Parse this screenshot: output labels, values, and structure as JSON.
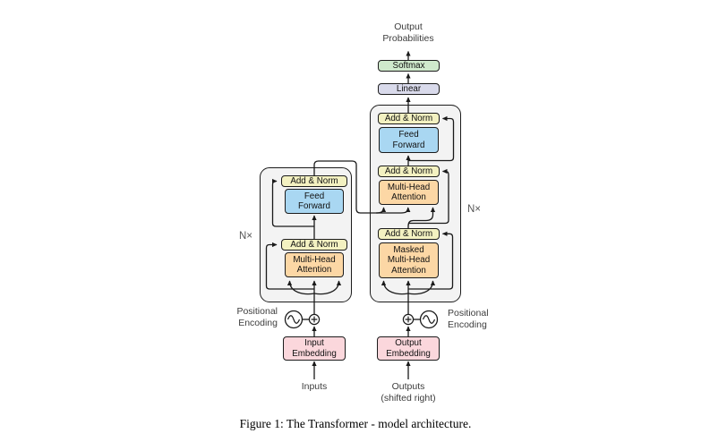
{
  "figure": {
    "caption": "Figure 1: The Transformer - model architecture."
  },
  "top": {
    "output_probabilities": "Output\nProbabilities",
    "softmax": "Softmax",
    "linear": "Linear"
  },
  "decoder": {
    "add_norm": "Add & Norm",
    "feed_forward": "Feed\nForward",
    "multi_head_attention": "Multi-Head\nAttention",
    "masked_multi_head_attention": "Masked\nMulti-Head\nAttention",
    "n_label": "N×",
    "output_embedding": "Output\nEmbedding",
    "outputs_label": "Outputs\n(shifted right)",
    "positional_encoding": "Positional\nEncoding"
  },
  "encoder": {
    "add_norm": "Add & Norm",
    "feed_forward": "Feed\nForward",
    "multi_head_attention": "Multi-Head\nAttention",
    "n_label": "N×",
    "input_embedding": "Input\nEmbedding",
    "inputs_label": "Inputs",
    "positional_encoding": "Positional\nEncoding"
  },
  "colors": {
    "add_norm": "#f3f1c1",
    "feed_forward": "#a9d7f2",
    "attention": "#fcd7a5",
    "softmax": "#cfe9cc",
    "linear": "#d9daeb",
    "embedding": "#fbd7dc",
    "block_background": "#f3f3f3",
    "line": "#1a1a1a"
  }
}
